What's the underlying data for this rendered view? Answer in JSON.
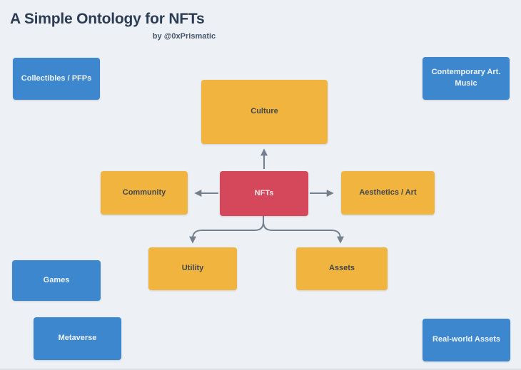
{
  "header": {
    "title": "A Simple Ontology for NFTs",
    "subtitle": "by @0xPrismatic"
  },
  "palette": {
    "background": "#edf1f5",
    "satellite_blue": "#3d87cf",
    "branch_yellow": "#f1b53f",
    "root_red": "#d5485c",
    "connector_gray": "#74808e",
    "title_navy": "#2c3c55"
  },
  "diagram": {
    "root": {
      "label": "NFTs"
    },
    "branches": [
      {
        "label": "Culture",
        "position": "top"
      },
      {
        "label": "Community",
        "position": "left"
      },
      {
        "label": "Aesthetics / Art",
        "position": "right"
      },
      {
        "label": "Utility",
        "position": "bottom-left"
      },
      {
        "label": "Assets",
        "position": "bottom-right"
      }
    ],
    "satellites": [
      {
        "label": "Collectibles / PFPs",
        "position": "top-left"
      },
      {
        "label": "Contemporary Art. Music",
        "position": "top-right"
      },
      {
        "label": "Games",
        "position": "mid-left"
      },
      {
        "label": "Metaverse",
        "position": "bottom-left"
      },
      {
        "label": "Real-world Assets",
        "position": "bottom-right"
      }
    ]
  }
}
